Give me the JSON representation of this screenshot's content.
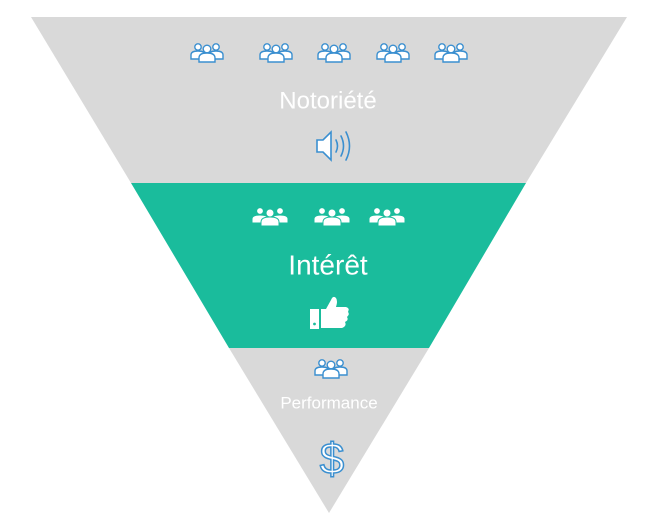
{
  "stages": [
    {
      "label": "Notoriété",
      "color": "#d9d9d9",
      "people_icon_count": 5,
      "people_icon": "people-group-outline-icon",
      "symbol_icon": "speaker-sound-icon"
    },
    {
      "label": "Intérêt",
      "color": "#1abc9c",
      "people_icon_count": 3,
      "people_icon": "people-group-solid-icon",
      "symbol_icon": "thumbs-up-icon"
    },
    {
      "label": "Performance",
      "color": "#d9d9d9",
      "people_icon_count": 1,
      "people_icon": "people-group-outline-icon",
      "symbol_icon": "dollar-sign-icon"
    }
  ],
  "colors": {
    "icon_outline": "#3a8fd0",
    "icon_solid": "#ffffff"
  }
}
